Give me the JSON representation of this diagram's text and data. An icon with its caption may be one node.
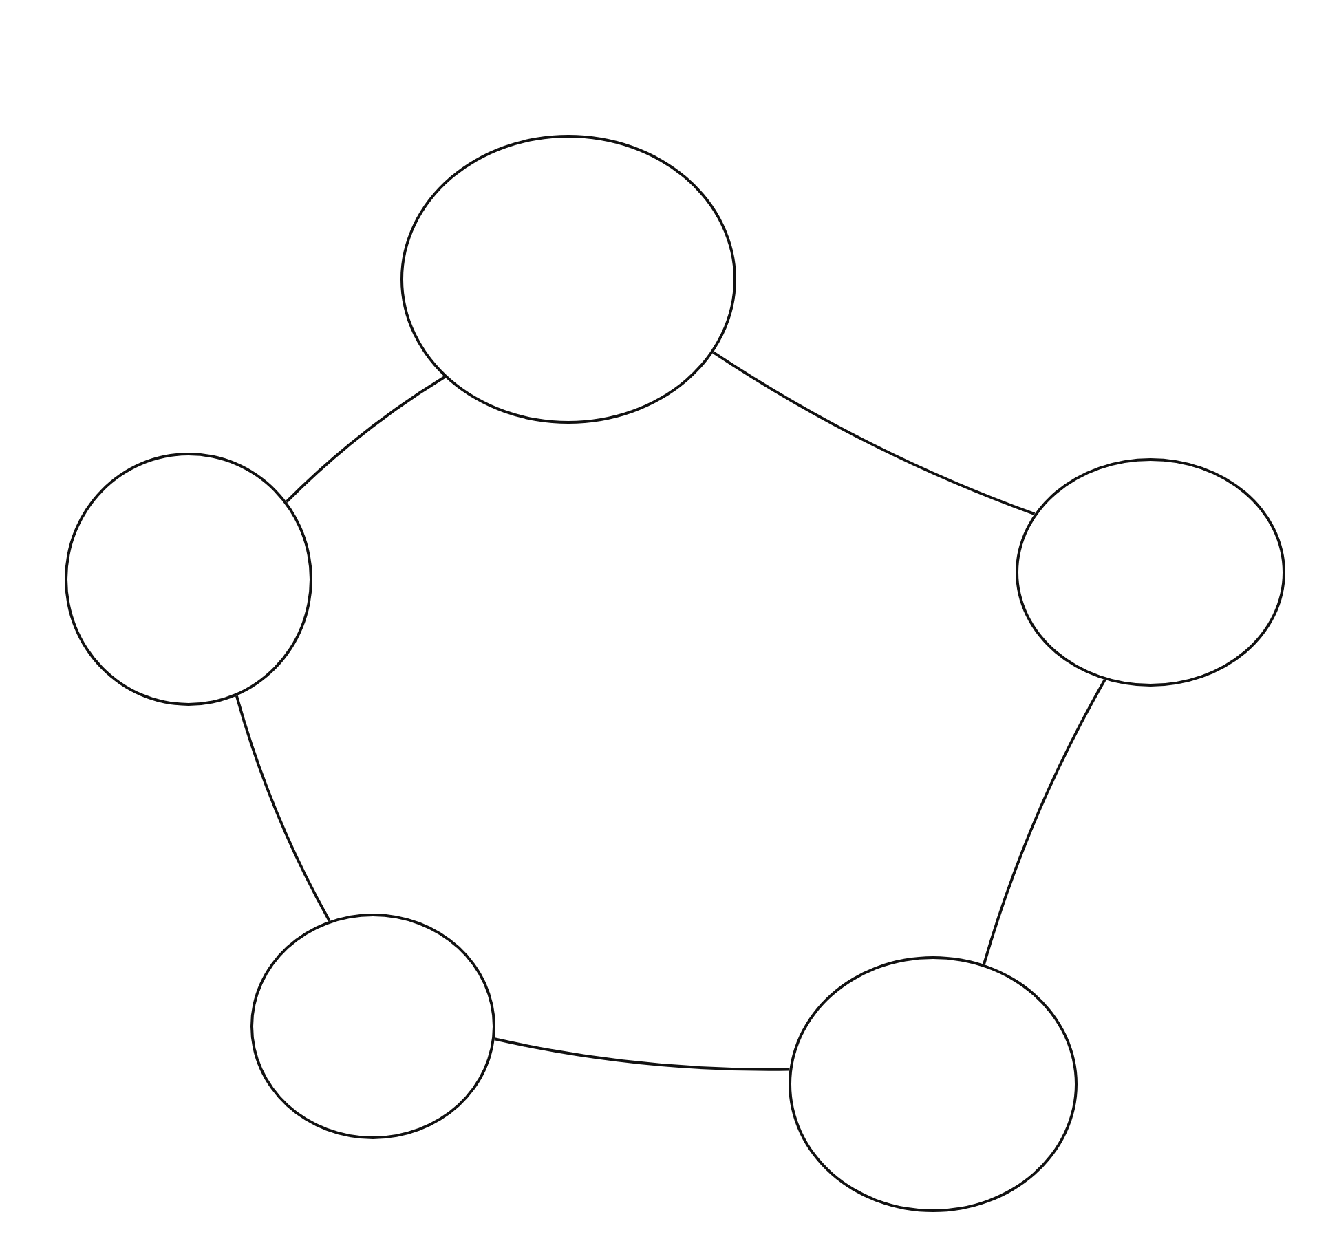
{
  "diagram": {
    "nodes": [
      {
        "text": [],
        "shape": "circle"
      },
      {
        "text": [],
        "shape": "circle"
      },
      {
        "text": [],
        "shape": "circle"
      },
      {
        "text": [],
        "shape": "circle"
      },
      {
        "text": [],
        "shape": "circle"
      }
    ],
    "edges": [
      {
        "from": 0,
        "to": 1,
        "arrow": "none"
      },
      {
        "from": 0,
        "to": 2,
        "arrow": "none"
      },
      {
        "from": 1,
        "to": 3,
        "arrow": "none"
      },
      {
        "from": 2,
        "to": 4,
        "arrow": "none"
      },
      {
        "from": 3,
        "to": 4,
        "arrow": "none"
      }
    ]
  }
}
